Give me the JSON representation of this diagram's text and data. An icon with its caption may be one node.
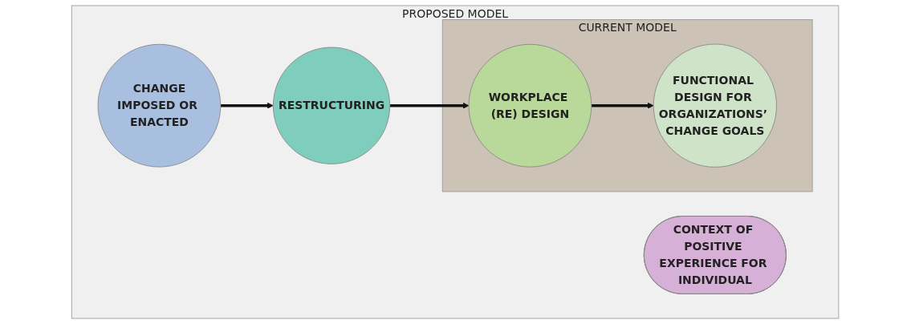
{
  "diagram": {
    "nodes": [
      {
        "text": [
          "PROPOSED MODEL"
        ]
      },
      {
        "text": [
          "CHANGE",
          "IMPOSED OR ENACTED"
        ],
        "in": 0
      },
      {
        "text": [
          "RESTRUCTURING"
        ],
        "in": 0
      },
      {
        "text": [
          "CURRENT MODEL"
        ],
        "in": 0
      },
      {
        "text": [
          "WORKPLACE (RE) DESIGN"
        ],
        "in": 3
      },
      {
        "text": [
          "FUNCTIONAL DESIGN FOR ORGANIZATIONS’ CHANGE GOALS"
        ],
        "in": 3
      },
      {
        "text": [
          "CONTEXT OF POSITIVE EXPERIENCE FOR INDIVIDUAL"
        ],
        "in": 0
      }
    ],
    "edges": [
      {
        "from": 1,
        "to": 2,
        "arrow": "to"
      },
      {
        "from": 2,
        "to": 4,
        "arrow": "to"
      },
      {
        "from": 4,
        "to": 5,
        "arrow": "to"
      }
    ]
  }
}
